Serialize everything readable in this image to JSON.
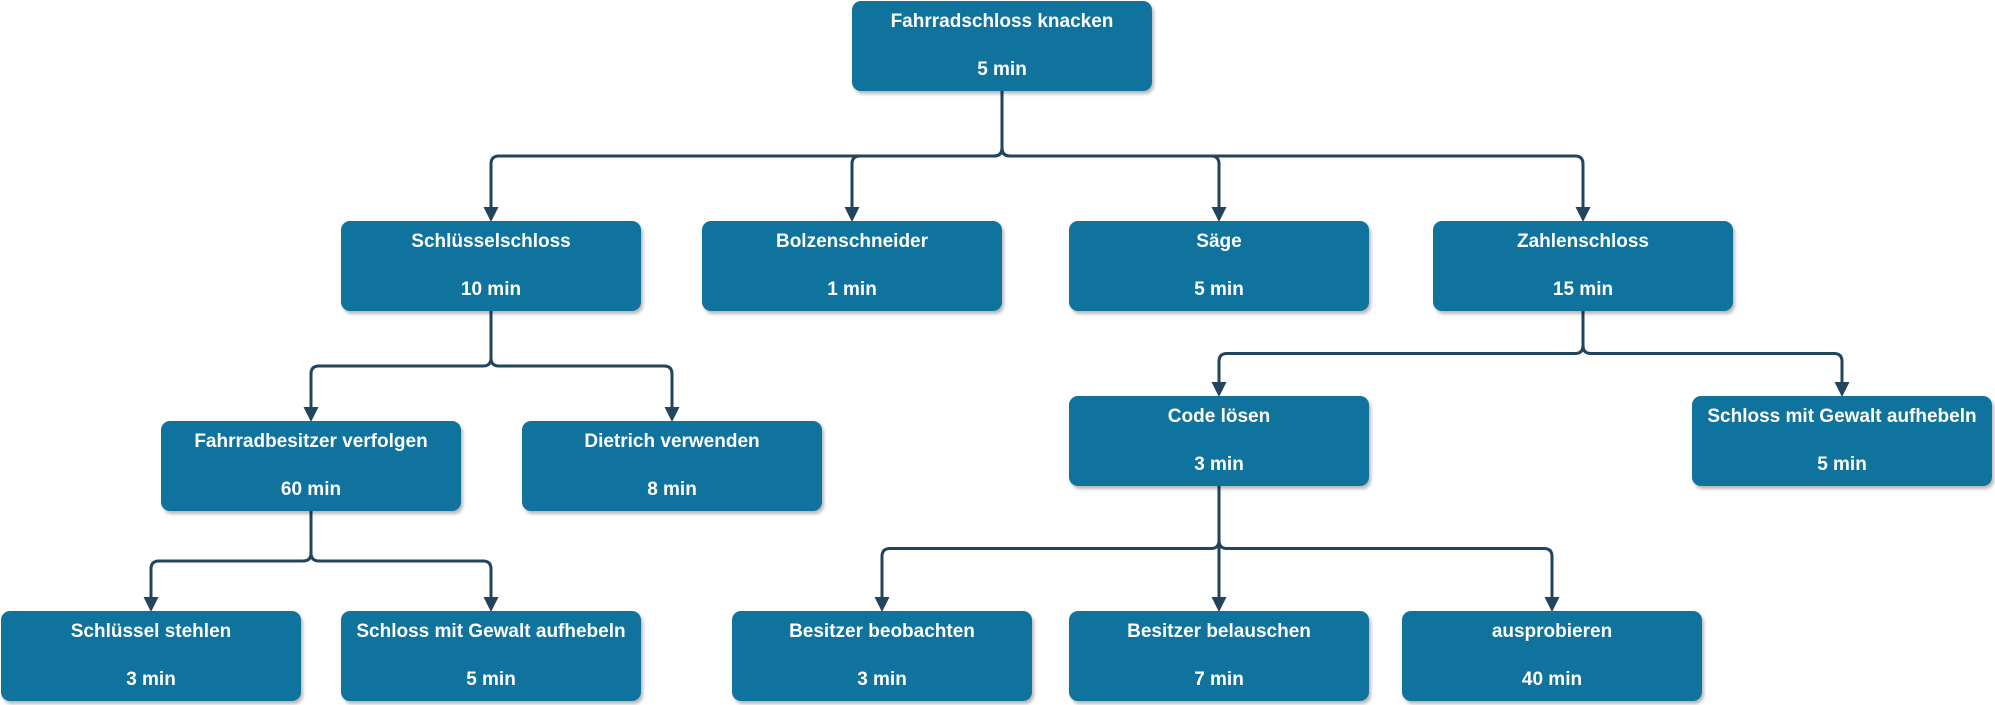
{
  "nodes": [
    {
      "id": "root",
      "label": "Fahrradschloss knacken",
      "time": "5 min"
    },
    {
      "id": "schluesselschloss",
      "label": "Schlüsselschloss",
      "time": "10 min"
    },
    {
      "id": "bolzenschneider",
      "label": "Bolzenschneider",
      "time": "1 min"
    },
    {
      "id": "saege",
      "label": "Säge",
      "time": "5 min"
    },
    {
      "id": "zahlenschloss",
      "label": "Zahlenschloss",
      "time": "15 min"
    },
    {
      "id": "fahrradbesitzer-verfolgen",
      "label": "Fahrradbesitzer verfolgen",
      "time": "60 min"
    },
    {
      "id": "dietrich-verwenden",
      "label": "Dietrich verwenden",
      "time": "8 min"
    },
    {
      "id": "code-loesen",
      "label": "Code lösen",
      "time": "3 min"
    },
    {
      "id": "schloss-gewalt-zahlen",
      "label": "Schloss mit Gewalt aufhebeln",
      "time": "5 min"
    },
    {
      "id": "schluessel-stehlen",
      "label": "Schlüssel stehlen",
      "time": "3 min"
    },
    {
      "id": "schloss-gewalt-schluessel",
      "label": "Schloss mit Gewalt aufhebeln",
      "time": "5 min"
    },
    {
      "id": "besitzer-beobachten",
      "label": "Besitzer beobachten",
      "time": "3 min"
    },
    {
      "id": "besitzer-belauschen",
      "label": "Besitzer belauschen",
      "time": "7 min"
    },
    {
      "id": "ausprobieren",
      "label": "ausprobieren",
      "time": "40 min"
    }
  ],
  "edges": [
    [
      "root",
      "schluesselschloss"
    ],
    [
      "root",
      "bolzenschneider"
    ],
    [
      "root",
      "saege"
    ],
    [
      "root",
      "zahlenschloss"
    ],
    [
      "schluesselschloss",
      "fahrradbesitzer-verfolgen"
    ],
    [
      "schluesselschloss",
      "dietrich-verwenden"
    ],
    [
      "zahlenschloss",
      "code-loesen"
    ],
    [
      "zahlenschloss",
      "schloss-gewalt-zahlen"
    ],
    [
      "fahrradbesitzer-verfolgen",
      "schluessel-stehlen"
    ],
    [
      "fahrradbesitzer-verfolgen",
      "schloss-gewalt-schluessel"
    ],
    [
      "code-loesen",
      "besitzer-beobachten"
    ],
    [
      "code-loesen",
      "besitzer-belauschen"
    ],
    [
      "code-loesen",
      "ausprobieren"
    ]
  ],
  "colors": {
    "node_fill": "#10739e",
    "node_text": "#ffffff",
    "edge": "#23445d"
  }
}
